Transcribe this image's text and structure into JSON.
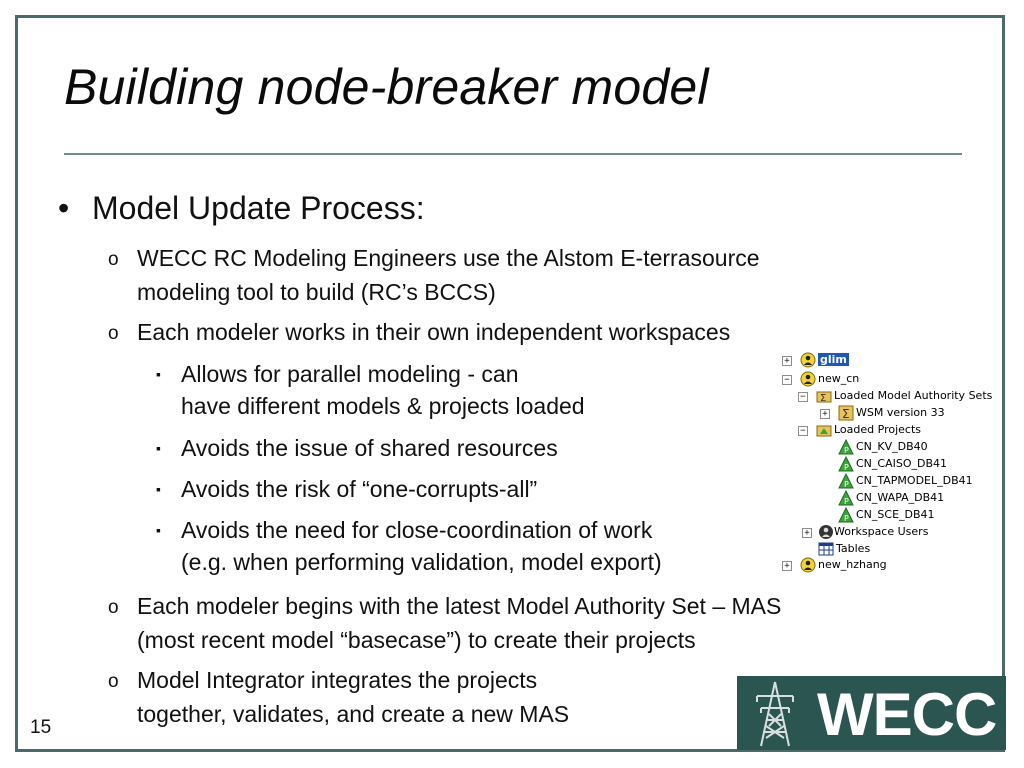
{
  "slide": {
    "title": "Building node-breaker model",
    "page_number": "15"
  },
  "bullets": {
    "main_bullet": "•",
    "main": "Model Update Process:",
    "sub_marker": "o",
    "sq_marker": "▪",
    "sub1_line1": "WECC RC Modeling Engineers use the Alstom E-terrasource",
    "sub1_line2": "modeling tool to build (RC’s BCCS)",
    "sub2": "Each modeler works in their own independent workspaces",
    "sq1_line1": "Allows for parallel modeling - can",
    "sq1_line2": "have different models & projects loaded",
    "sq2": "Avoids the issue of shared resources",
    "sq3": "Avoids the risk of “one-corrupts-all”",
    "sq4_line1": "Avoids the need for close-coordination of work",
    "sq4_line2": "(e.g. when performing validation, model export)",
    "sub3_line1": "Each modeler begins with the latest Model Authority Set – MAS",
    "sub3_line2": "(most recent model “basecase”) to create their projects",
    "sub4_line1": "Model Integrator integrates the projects",
    "sub4_line2": "together, validates, and create a new MAS"
  },
  "tree": {
    "plus": "+",
    "minus": "−",
    "nodes": {
      "glim": "glim",
      "new_cn": "new_cn",
      "loaded_mas": "Loaded Model Authority Sets",
      "wsm": "WSM version 33",
      "loaded_projects": "Loaded Projects",
      "p1": "CN_KV_DB40",
      "p2": "CN_CAISO_DB41",
      "p3": "CN_TAPMODEL_DB41",
      "p4": "CN_WAPA_DB41",
      "p5": "CN_SCE_DB41",
      "workspace_users": "Workspace Users",
      "tables": "Tables",
      "new_hzhang": "new_hzhang"
    }
  },
  "logo": {
    "text": "WECC"
  },
  "colors": {
    "frame": "#4b6b6a",
    "logo_bg": "#2b5551",
    "selection": "#1d57b8",
    "project_icon": "#3aa63a",
    "user_icon": "#f2d43a"
  }
}
